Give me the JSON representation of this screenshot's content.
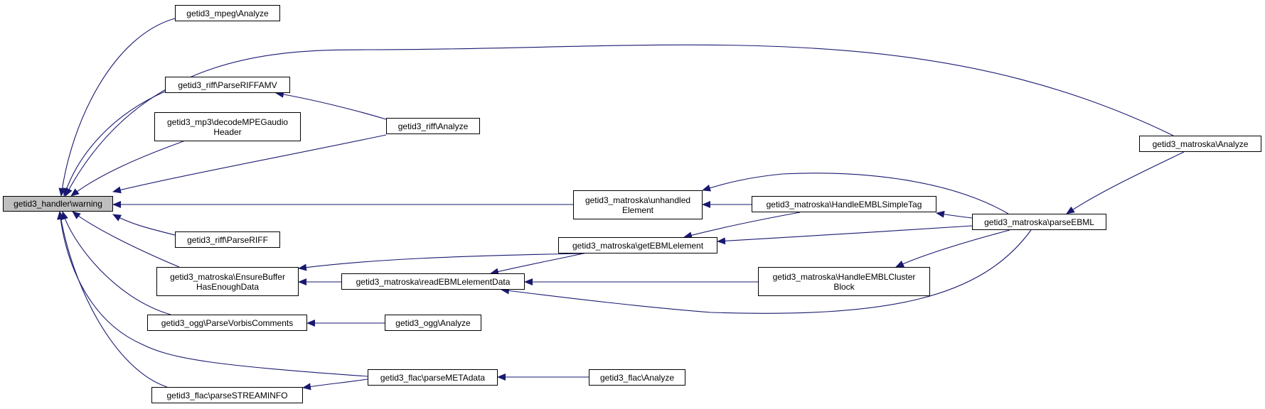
{
  "colors": {
    "edge": "#191970",
    "root_fill": "#bfbfbf",
    "node_fill": "#ffffff",
    "border": "#000000"
  },
  "nodes": {
    "root": {
      "lines": [
        "getid3_handler\\warning"
      ]
    },
    "mpeg_analyze": {
      "lines": [
        "getid3_mpeg\\Analyze"
      ]
    },
    "riff_parseriffamv": {
      "lines": [
        "getid3_riff\\ParseRIFFAMV"
      ]
    },
    "mp3_decode": {
      "lines": [
        "getid3_mp3\\decodeMPEGaudio",
        "Header"
      ]
    },
    "riff_analyze": {
      "lines": [
        "getid3_riff\\Analyze"
      ]
    },
    "riff_parseriff": {
      "lines": [
        "getid3_riff\\ParseRIFF"
      ]
    },
    "mk_ensure": {
      "lines": [
        "getid3_matroska\\EnsureBuffer",
        "HasEnoughData"
      ]
    },
    "ogg_parsevorbis": {
      "lines": [
        "getid3_ogg\\ParseVorbisComments"
      ]
    },
    "flac_parsestreaminfo": {
      "lines": [
        "getid3_flac\\parseSTREAMINFO"
      ]
    },
    "flac_parsemeta": {
      "lines": [
        "getid3_flac\\parseMETAdata"
      ]
    },
    "flac_analyze": {
      "lines": [
        "getid3_flac\\Analyze"
      ]
    },
    "ogg_analyze": {
      "lines": [
        "getid3_ogg\\Analyze"
      ]
    },
    "mk_readebml": {
      "lines": [
        "getid3_matroska\\readEBMLelementData"
      ]
    },
    "mk_getebml": {
      "lines": [
        "getid3_matroska\\getEBMLelement"
      ]
    },
    "mk_unhandled": {
      "lines": [
        "getid3_matroska\\unhandled",
        "Element"
      ]
    },
    "mk_simpletag": {
      "lines": [
        "getid3_matroska\\HandleEMBLSimpleTag"
      ]
    },
    "mk_cluster": {
      "lines": [
        "getid3_matroska\\HandleEMBLCluster",
        "Block"
      ]
    },
    "mk_parseebml": {
      "lines": [
        "getid3_matroska\\parseEBML"
      ]
    },
    "mk_analyze": {
      "lines": [
        "getid3_matroska\\Analyze"
      ]
    }
  },
  "edges": [
    [
      "mpeg_analyze",
      "root"
    ],
    [
      "mk_analyze",
      "root"
    ],
    [
      "riff_parseriffamv",
      "root"
    ],
    [
      "mp3_decode",
      "root"
    ],
    [
      "riff_analyze",
      "root"
    ],
    [
      "mk_unhandled",
      "root"
    ],
    [
      "riff_parseriff",
      "root"
    ],
    [
      "mk_ensure",
      "root"
    ],
    [
      "ogg_parsevorbis",
      "root"
    ],
    [
      "flac_parsemeta",
      "root"
    ],
    [
      "flac_parsestreaminfo",
      "root"
    ],
    [
      "riff_analyze",
      "riff_parseriffamv"
    ],
    [
      "mk_getebml",
      "mk_ensure"
    ],
    [
      "mk_readebml",
      "mk_ensure"
    ],
    [
      "ogg_analyze",
      "ogg_parsevorbis"
    ],
    [
      "flac_parsemeta",
      "flac_parsestreaminfo"
    ],
    [
      "flac_analyze",
      "flac_parsemeta"
    ],
    [
      "mk_getebml",
      "mk_readebml"
    ],
    [
      "mk_cluster",
      "mk_readebml"
    ],
    [
      "mk_parseebml",
      "mk_readebml"
    ],
    [
      "mk_simpletag",
      "mk_unhandled"
    ],
    [
      "mk_parseebml",
      "mk_unhandled"
    ],
    [
      "mk_simpletag",
      "mk_getebml"
    ],
    [
      "mk_parseebml",
      "mk_getebml"
    ],
    [
      "mk_parseebml",
      "mk_simpletag"
    ],
    [
      "mk_parseebml",
      "mk_cluster"
    ],
    [
      "mk_analyze",
      "mk_parseebml"
    ]
  ]
}
